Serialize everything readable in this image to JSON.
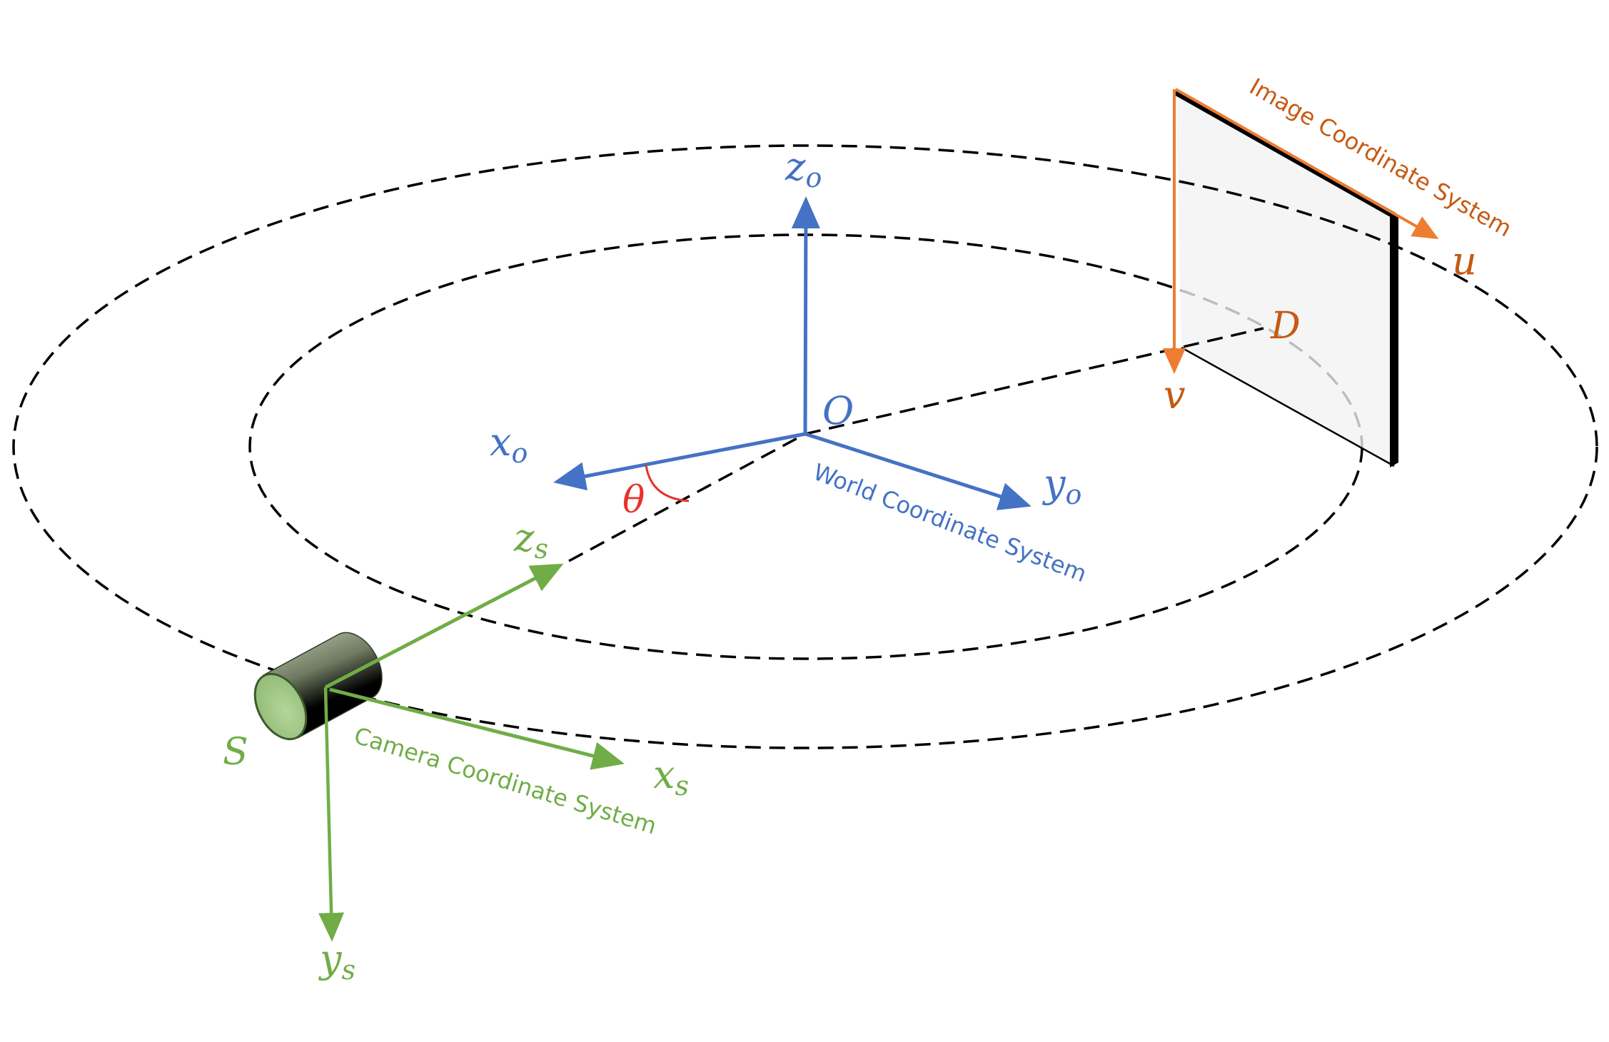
{
  "colors": {
    "world": "#4472c4",
    "camera": "#70ad47",
    "image_axis": "#ed7d31",
    "image_text": "#c55a11",
    "angle": "#e8322a",
    "panel_fill": "#f2f2f2",
    "dash": "#000000"
  },
  "world": {
    "origin_label": "O",
    "x_axis": {
      "base": "x",
      "sub": "o"
    },
    "y_axis": {
      "base": "y",
      "sub": "o"
    },
    "z_axis": {
      "base": "z",
      "sub": "o"
    },
    "caption": "World Coordinate System"
  },
  "camera": {
    "label": "S",
    "x_axis": {
      "base": "x",
      "sub": "s"
    },
    "y_axis": {
      "base": "y",
      "sub": "s"
    },
    "z_axis": {
      "base": "z",
      "sub": "s"
    },
    "caption": "Camera Coordinate System"
  },
  "image": {
    "point_label": "D",
    "u_axis": "u",
    "v_axis": "v",
    "caption": "Image Coordinate System"
  },
  "angle_label": "θ",
  "orbits": [
    {
      "name": "outer-orbit",
      "style": "dashed"
    },
    {
      "name": "inner-orbit",
      "style": "dashed"
    }
  ]
}
